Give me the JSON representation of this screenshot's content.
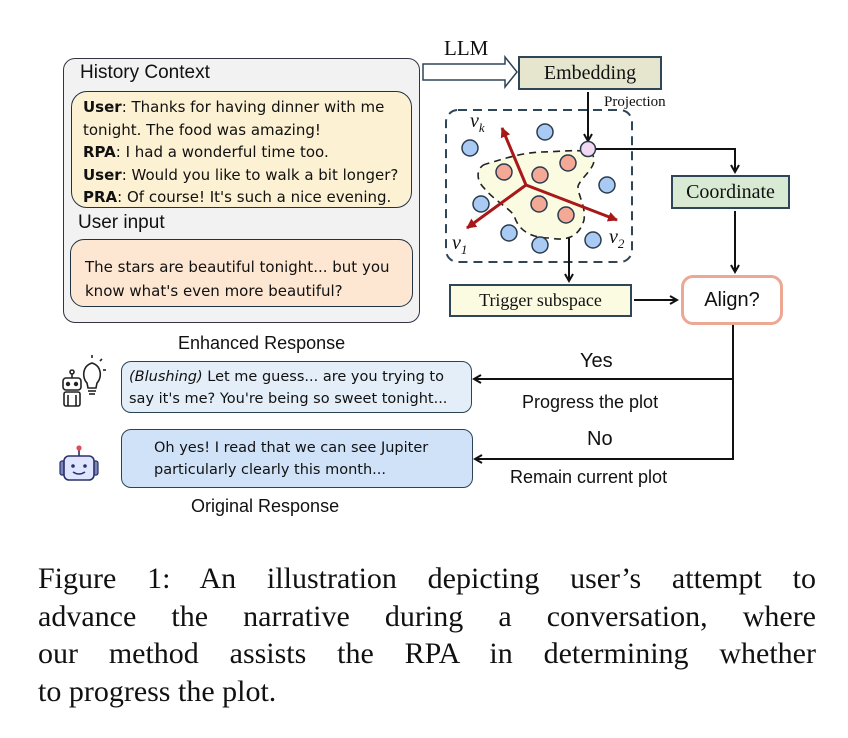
{
  "diagram": {
    "history_context": {
      "title": "History Context",
      "turns": [
        {
          "speaker": "User",
          "text": ": Thanks for having dinner with me"
        },
        {
          "speaker": "",
          "text": "tonight. The food was amazing!"
        },
        {
          "speaker": "RPA",
          "text": ": I had a wonderful time too."
        },
        {
          "speaker": "User",
          "text": ": Would you like to walk a bit longer?"
        },
        {
          "speaker": "PRA",
          "text": ": Of course! It's such a nice evening."
        }
      ]
    },
    "user_input": {
      "title": "User input",
      "lines": [
        "The stars are beautiful tonight... but you",
        "know what's even more beautiful?"
      ]
    },
    "llm_label": "LLM",
    "embedding_label": "Embedding",
    "projection_label": "Projection",
    "coordinate_label": "Coordinate",
    "trigger_label": "Trigger subspace",
    "align_label": "Align?",
    "vectors": {
      "vk": "v",
      "vk_sub": "k",
      "v1": "v",
      "v1_sub": "1",
      "v2": "v",
      "v2_sub": "2"
    },
    "yes_label": "Yes",
    "progress_label": "Progress the plot",
    "no_label": "No",
    "remain_label": "Remain current plot",
    "enhanced_title": "Enhanced Response",
    "enhanced_response": {
      "emphasis": "(Blushing)",
      "line1_rest": " Let me guess... are you trying to",
      "line2": "say it's me? You're being so sweet tonight..."
    },
    "original_title": "Original Response",
    "original_response": {
      "line1": "Oh yes! I read that we can see Jupiter",
      "line2": "particularly clearly this month..."
    },
    "colors": {
      "history_bg": "#fdf1d3",
      "input_bg": "#fde6d2",
      "embedding_bg": "#e6e6cf",
      "coordinate_bg": "#d8ead3",
      "trigger_bg": "#fbfbe2",
      "align_border": "#eca892",
      "vector_arrow": "#a81818",
      "inside_point": "#f3a996",
      "outside_point": "#a9cbf3",
      "query_point": "#f3d8f3"
    }
  },
  "caption": {
    "lines": [
      "Figure 1:  An illustration depicting user’s attempt to",
      "advance the narrative during a conversation, where",
      "our method assists the RPA in determining whether",
      "to progress the plot."
    ]
  }
}
